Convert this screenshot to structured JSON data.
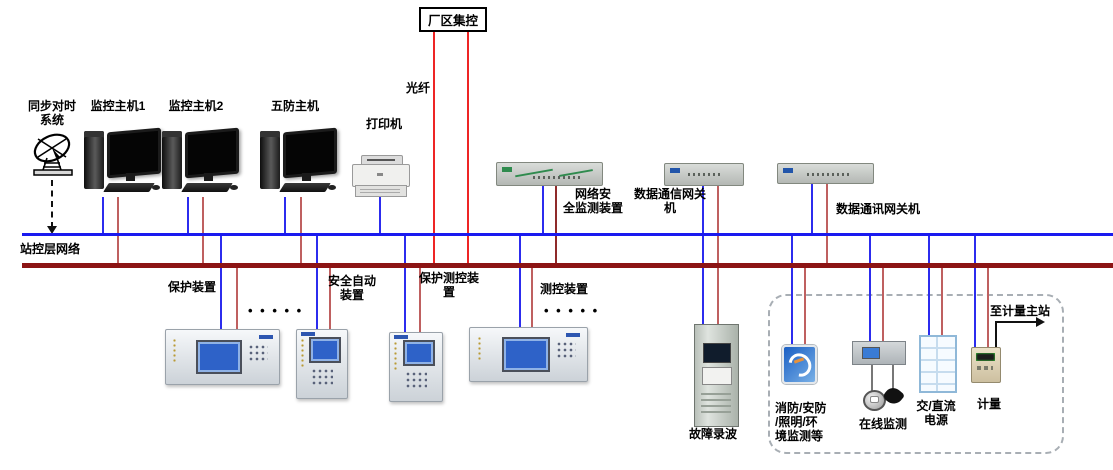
{
  "diagram": {
    "title_box": "厂区集控",
    "bus_label": "站控层网络",
    "fiber_label": "光纤",
    "ellipsis": "• • • • •",
    "nodes": {
      "sync": "同步对时\n系统",
      "host1": "监控主机1",
      "host2": "监控主机2",
      "five_proof": "五防主机",
      "printer": "打印机",
      "net_security": "网络安\n全监测装置",
      "gateway1": "数据通信网关\n机",
      "gateway2": "数据通讯网关机",
      "protection": "保护装置",
      "safety_auto": "安全自动\n装置",
      "protection_ctrl": "保护测控装\n置",
      "ctrl": "测控装置",
      "fault_recorder": "故障录波",
      "fire_safety": "消防/安防\n/照明/环\n境监测等",
      "online_monitor": "在线监测",
      "power_supply": "交/直流\n电源",
      "metering": "计量",
      "to_metering": "至计量主站"
    },
    "colors": {
      "bus_blue": "#1a1aef",
      "bus_dark_red": "#8c1414",
      "line_blue": "#2c2cee",
      "line_red_muted": "#bf6060",
      "line_red_bright": "#ee2525",
      "dashed_box": "#a8aeb4"
    }
  }
}
